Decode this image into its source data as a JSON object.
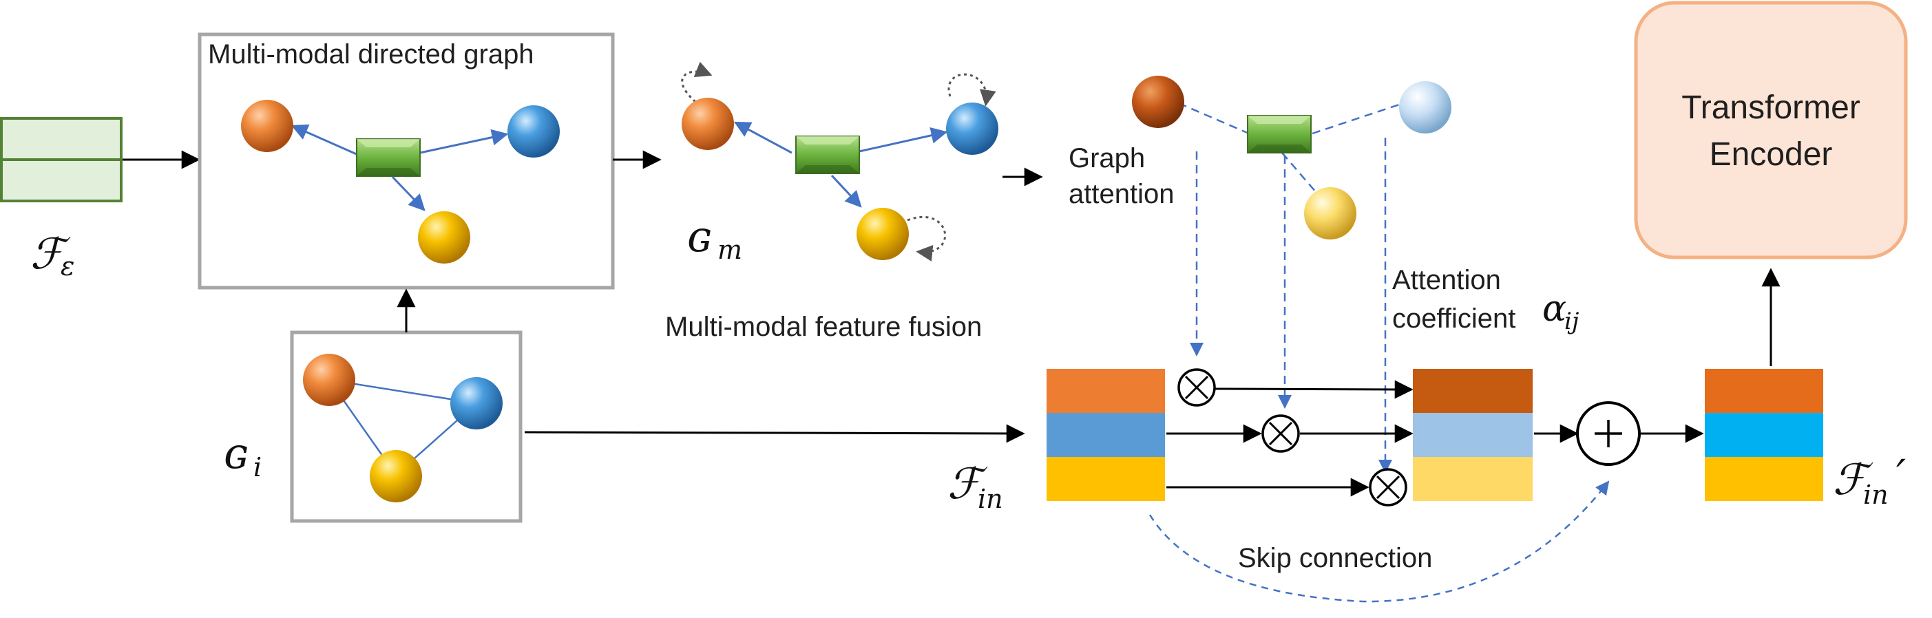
{
  "labels": {
    "directed_graph_title": "Multi-modal directed graph",
    "feature_fusion": "Multi-modal feature fusion",
    "graph_attention_line1": "Graph",
    "graph_attention_line2": "attention",
    "attention_coeff_line1": "Attention",
    "attention_coeff_line2": "coefficient",
    "attention_symbol": "α",
    "attention_symbol_sub": "ij",
    "skip_connection": "Skip connection",
    "transformer_line1": "Transformer",
    "transformer_line2": "Encoder"
  },
  "math": {
    "f_epsilon": "ℱ",
    "f_epsilon_sub": "ε",
    "g_m": "ɢ",
    "g_m_sub": "m",
    "g_i": "ɢ",
    "g_i_sub": "i",
    "f_in": "ℱ",
    "f_in_sub": "in",
    "f_in_prime": "ℱ",
    "f_in_prime_sub": "in",
    "prime": "′"
  },
  "colors": {
    "orange": "#e8732a",
    "blue": "#3d8fd6",
    "yellow": "#f5b800",
    "green": "#6cb33f",
    "box_border": "#a6a6a6",
    "transformer_fill": "#fce4d6",
    "transformer_border": "#f4b183",
    "arrow_blue": "#4472c4"
  },
  "symbols": {
    "multiply": "⊗",
    "plus": "+"
  }
}
